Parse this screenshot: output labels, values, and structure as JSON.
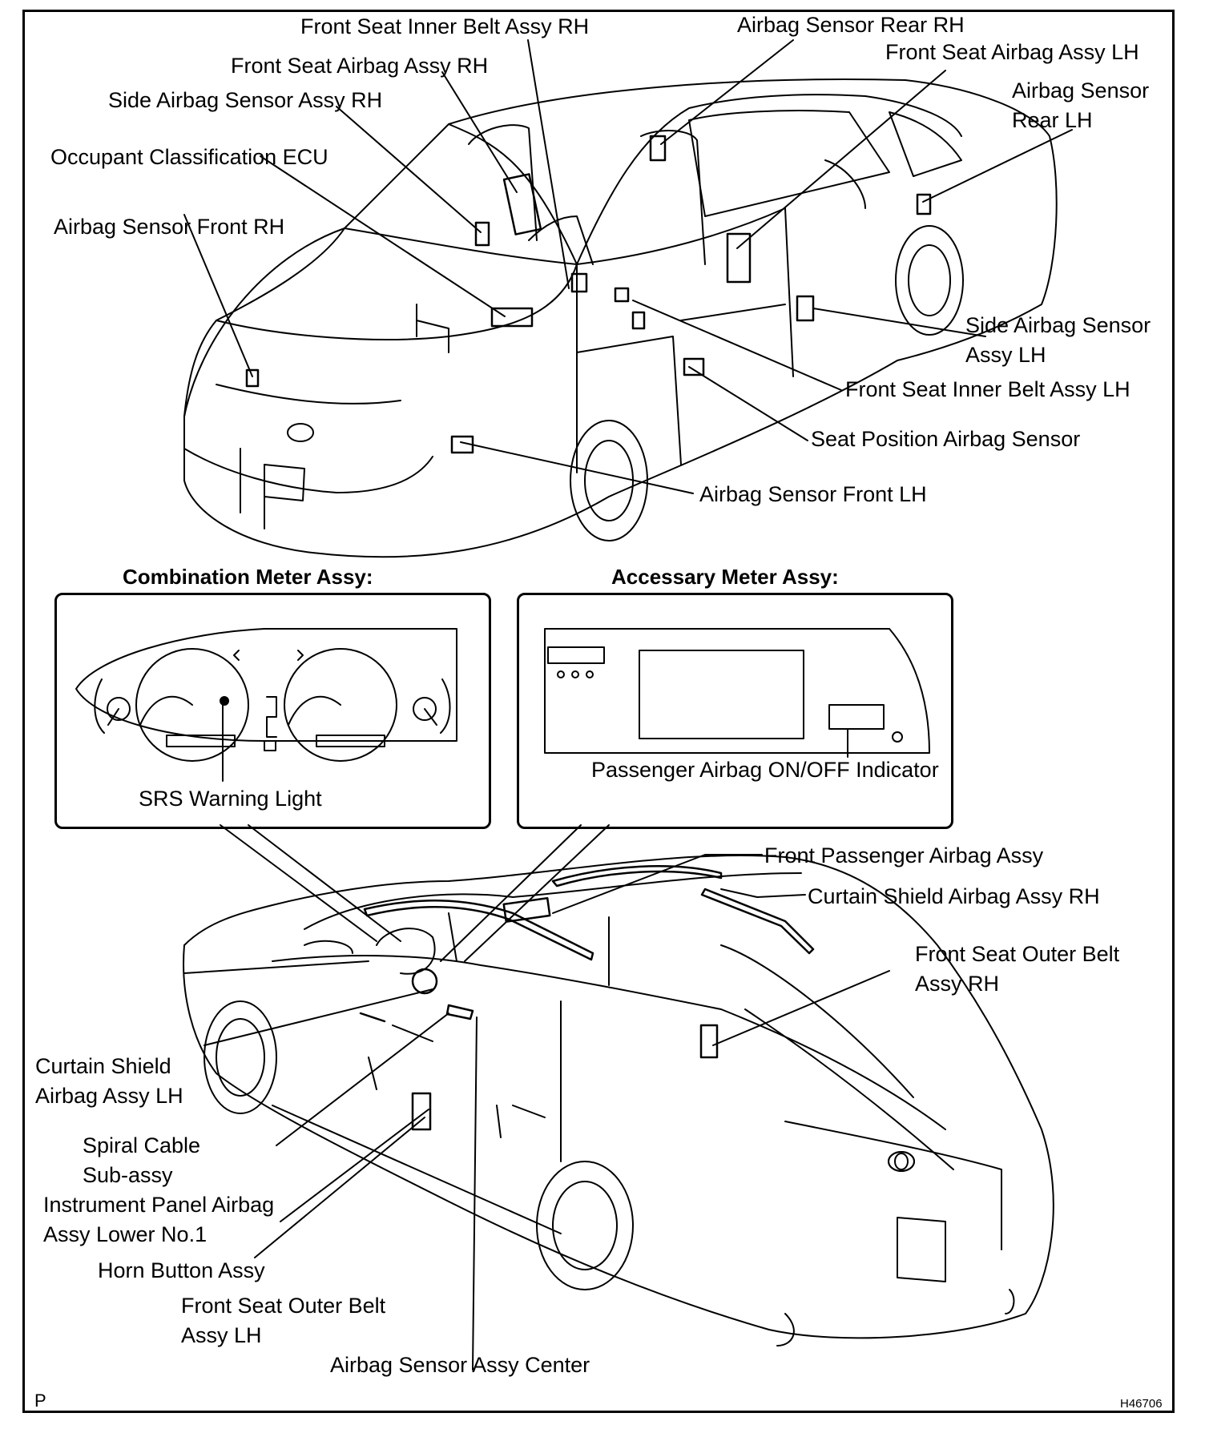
{
  "labels": {
    "front_seat_inner_belt_rh": "Front Seat Inner Belt Assy RH",
    "airbag_sensor_rear_rh": "Airbag Sensor Rear RH",
    "front_seat_airbag_lh": "Front Seat Airbag Assy LH",
    "front_seat_airbag_rh": "Front Seat Airbag Assy RH",
    "airbag_sensor_rear_lh": [
      "Airbag Sensor",
      "Rear LH"
    ],
    "side_airbag_sensor_rh": "Side Airbag Sensor Assy RH",
    "occupant_classification_ecu": "Occupant Classification ECU",
    "airbag_sensor_front_rh": "Airbag Sensor Front RH",
    "side_airbag_sensor_lh": [
      "Side Airbag Sensor",
      "Assy LH"
    ],
    "front_seat_inner_belt_lh": "Front Seat Inner Belt Assy LH",
    "seat_position_airbag_sensor": "Seat Position Airbag Sensor",
    "airbag_sensor_front_lh": "Airbag Sensor Front LH",
    "srs_warning_light": "SRS Warning Light",
    "passenger_airbag_indicator": "Passenger Airbag ON/OFF Indicator",
    "front_passenger_airbag": "Front Passenger Airbag Assy",
    "curtain_shield_rh": "Curtain Shield Airbag Assy RH",
    "front_seat_outer_belt_rh": [
      "Front Seat Outer Belt",
      "Assy RH"
    ],
    "curtain_shield_lh": [
      "Curtain Shield",
      "Airbag Assy LH"
    ],
    "spiral_cable": [
      "Spiral Cable",
      "Sub-assy"
    ],
    "instrument_panel_airbag": [
      "Instrument Panel Airbag",
      "Assy Lower No.1"
    ],
    "horn_button": "Horn Button Assy",
    "front_seat_outer_belt_lh": [
      "Front Seat Outer Belt",
      "Assy LH"
    ],
    "airbag_sensor_center": "Airbag Sensor Assy Center"
  },
  "headings": {
    "combination_meter": "Combination Meter Assy:",
    "accessary_meter": "Accessary Meter Assy:"
  },
  "footer": {
    "corner_mark": "P",
    "drawing_code": "H46706"
  }
}
